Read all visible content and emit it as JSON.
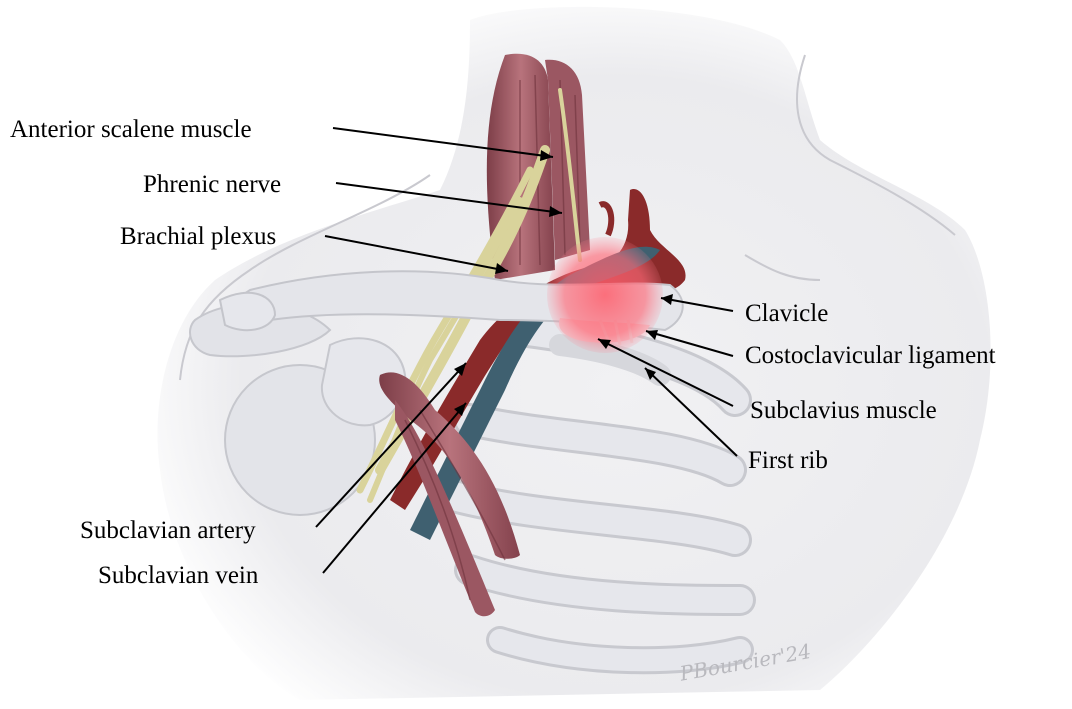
{
  "figure": {
    "labels": {
      "anterior_scalene": "Anterior scalene muscle",
      "phrenic_nerve": "Phrenic nerve",
      "brachial_plexus": "Brachial plexus",
      "clavicle": "Clavicle",
      "costoclavicular_ligament": "Costoclavicular ligament",
      "subclavius_muscle": "Subclavius muscle",
      "first_rib": "First rib",
      "subclavian_artery": "Subclavian artery",
      "subclavian_vein": "Subclavian vein"
    },
    "signature": "PBourcier'24",
    "colors": {
      "skin": "#ededf0",
      "bone": "#e1e2e7",
      "muscle": "#a5606a",
      "muscle_dark": "#7d3e48",
      "artery": "#8a2a2a",
      "vein": "#3f6070",
      "nerve": "#d8d29a",
      "compression_highlight": "#ff5060",
      "leader_line": "#000000"
    }
  }
}
